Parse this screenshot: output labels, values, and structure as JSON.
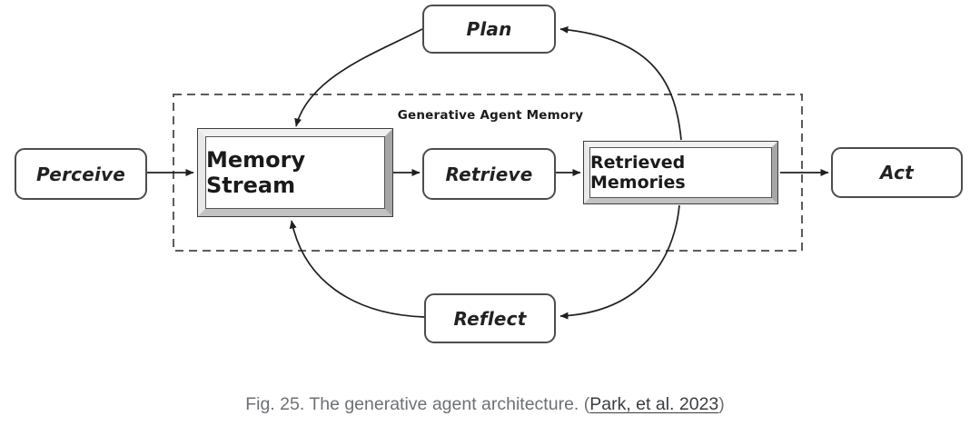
{
  "diagram": {
    "container_label": "Generative Agent Memory",
    "nodes": {
      "perceive": {
        "label": "Perceive",
        "shape": "rounded"
      },
      "plan": {
        "label": "Plan",
        "shape": "rounded"
      },
      "memory_stream": {
        "label": "Memory Stream",
        "shape": "beveled-3d"
      },
      "retrieve": {
        "label": "Retrieve",
        "shape": "rounded"
      },
      "retrieved_memories": {
        "label": "Retrieved Memories",
        "shape": "beveled-3d"
      },
      "act": {
        "label": "Act",
        "shape": "rounded"
      },
      "reflect": {
        "label": "Reflect",
        "shape": "rounded"
      }
    },
    "edges": [
      {
        "from": "Perceive",
        "to": "Memory Stream",
        "style": "straight"
      },
      {
        "from": "Memory Stream",
        "to": "Retrieve",
        "style": "straight"
      },
      {
        "from": "Retrieve",
        "to": "Retrieved Memories",
        "style": "straight"
      },
      {
        "from": "Retrieved Memories",
        "to": "Act",
        "style": "straight"
      },
      {
        "from": "Retrieved Memories",
        "to": "Plan",
        "style": "curved"
      },
      {
        "from": "Plan",
        "to": "Memory Stream",
        "style": "curved"
      },
      {
        "from": "Retrieved Memories",
        "to": "Reflect",
        "style": "curved"
      },
      {
        "from": "Reflect",
        "to": "Memory Stream",
        "style": "curved"
      }
    ],
    "colors": {
      "background": "#ffffff",
      "node_border": "#4c4c4c",
      "arrow": "#1f1f1f",
      "dashed_border": "#5c5c5c",
      "bevel_light": "#f0f0f0",
      "bevel_dark": "#a6a6a6",
      "caption_text": "#6d7175",
      "caption_link": "#3a3d40"
    }
  },
  "caption": {
    "prefix": "Fig. 25. The generative agent architecture. (",
    "link_text": "Park, et al. 2023",
    "suffix": ")"
  }
}
